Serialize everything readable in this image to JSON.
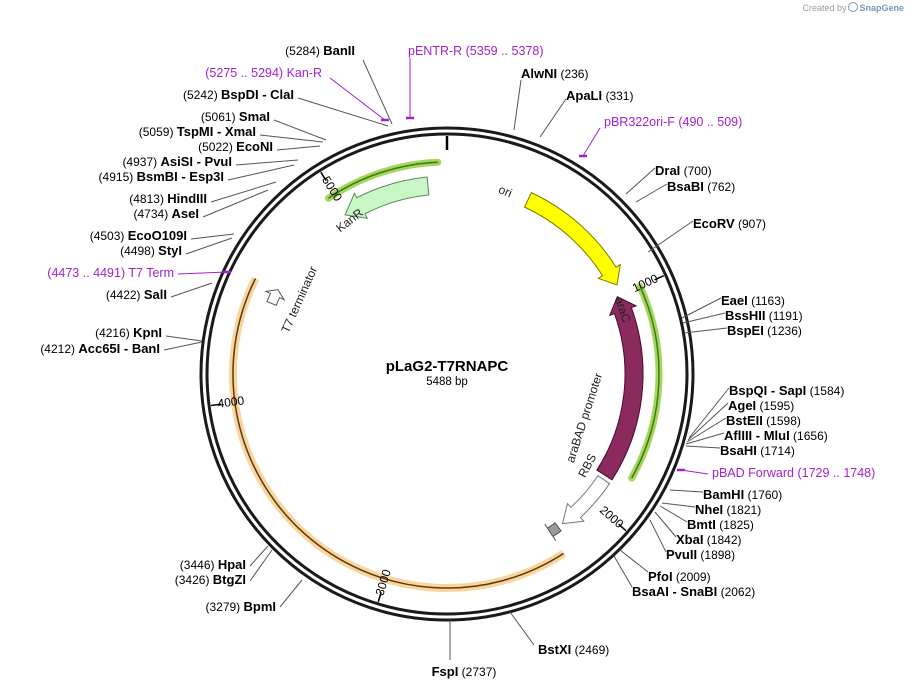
{
  "credit": {
    "prefix": "Created by",
    "brand": "SnapGene"
  },
  "plasmid": {
    "name": "pLaG2-T7RNAPC",
    "length_label": "5488 bp",
    "length": 5488
  },
  "colors": {
    "backbone": "#1a1a1a",
    "ori": "#ffff00",
    "araC": "#8b2a5c",
    "kanR": "#c8f7c5",
    "primer": "#a11fd2",
    "highlight_green": "#9bd24a",
    "highlight_orange": "#f4b14a"
  },
  "scale": {
    "ticks": [
      1000,
      2000,
      3000,
      4000,
      5000
    ]
  },
  "features": [
    {
      "name": "ori",
      "start": 380,
      "end": 950,
      "type": "ori"
    },
    {
      "name": "araC",
      "start": 1000,
      "end": 1870,
      "type": "cds"
    },
    {
      "name": "araBAD promoter",
      "start": 1890,
      "end": 2170,
      "type": "promoter"
    },
    {
      "name": "RBS",
      "start": 2195,
      "end": 2240,
      "type": "rbs"
    },
    {
      "name": "KanR",
      "start": 4990,
      "end": 5400,
      "type": "cds_rev"
    },
    {
      "name": "T7 terminator",
      "start": 4450,
      "end": 4520,
      "type": "terminator"
    }
  ],
  "sites": [
    {
      "name": "BanII",
      "pos": "5284"
    },
    {
      "name": "BspDI - ClaI",
      "pos": "5242"
    },
    {
      "name": "SmaI",
      "pos": "5061"
    },
    {
      "name": "TspMI - XmaI",
      "pos": "5059"
    },
    {
      "name": "EcoNI",
      "pos": "5022"
    },
    {
      "name": "AsiSI - PvuI",
      "pos": "4937"
    },
    {
      "name": "BsmBI - Esp3I",
      "pos": "4915"
    },
    {
      "name": "HindIII",
      "pos": "4813"
    },
    {
      "name": "AseI",
      "pos": "4734"
    },
    {
      "name": "EcoO109I",
      "pos": "4503"
    },
    {
      "name": "StyI",
      "pos": "4498"
    },
    {
      "name": "SalI",
      "pos": "4422"
    },
    {
      "name": "KpnI",
      "pos": "4216"
    },
    {
      "name": "Acc65I - BanI",
      "pos": "4212"
    },
    {
      "name": "HpaI",
      "pos": "3446"
    },
    {
      "name": "BtgZI",
      "pos": "3426"
    },
    {
      "name": "BpmI",
      "pos": "3279"
    },
    {
      "name": "FspI",
      "pos": "2737"
    },
    {
      "name": "BstXI",
      "pos": "2469"
    },
    {
      "name": "BsaAI - SnaBI",
      "pos": "2062"
    },
    {
      "name": "PfoI",
      "pos": "2009"
    },
    {
      "name": "PvuII",
      "pos": "1898"
    },
    {
      "name": "XbaI",
      "pos": "1842"
    },
    {
      "name": "BmtI",
      "pos": "1825"
    },
    {
      "name": "NheI",
      "pos": "1821"
    },
    {
      "name": "BamHI",
      "pos": "1760"
    },
    {
      "name": "BsaHI",
      "pos": "1714"
    },
    {
      "name": "AflIII - MluI",
      "pos": "1656"
    },
    {
      "name": "BstEII",
      "pos": "1598"
    },
    {
      "name": "AgeI",
      "pos": "1595"
    },
    {
      "name": "BspQI - SapI",
      "pos": "1584"
    },
    {
      "name": "BspEI",
      "pos": "1236"
    },
    {
      "name": "BssHII",
      "pos": "1191"
    },
    {
      "name": "EaeI",
      "pos": "1163"
    },
    {
      "name": "EcoRV",
      "pos": "907"
    },
    {
      "name": "BsaBI",
      "pos": "762"
    },
    {
      "name": "DraI",
      "pos": "700"
    },
    {
      "name": "ApaLI",
      "pos": "331"
    },
    {
      "name": "AlwNI",
      "pos": "236"
    }
  ],
  "primers": [
    {
      "name": "pENTR-R",
      "range": "5359 .. 5378"
    },
    {
      "name": "Kan-R",
      "range": "5275 .. 5294"
    },
    {
      "name": "pBR322ori-F",
      "range": "490 .. 509"
    },
    {
      "name": "T7 Term",
      "range": "4473 .. 4491"
    },
    {
      "name": "pBAD Forward",
      "range": "1729 .. 1748"
    }
  ]
}
